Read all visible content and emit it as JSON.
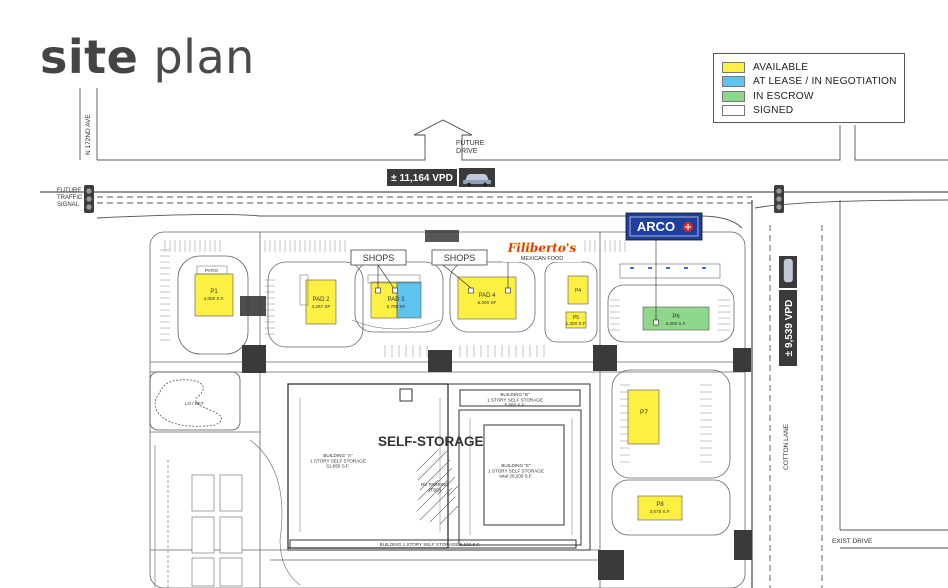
{
  "title": {
    "bold": "site",
    "light": "plan"
  },
  "legend": [
    {
      "label": "AVAILABLE",
      "color": "#fdf042"
    },
    {
      "label": "AT LEASE / IN NEGOTIATION",
      "color": "#5ec4ee"
    },
    {
      "label": "IN ESCROW",
      "color": "#8fd88b"
    },
    {
      "label": "SIGNED",
      "color": "#ffffff"
    }
  ],
  "colors": {
    "available": "#fdf042",
    "lease": "#5ec4ee",
    "escrow": "#8fd88b",
    "signed": "#ffffff",
    "intersection": "#3a3a3a"
  },
  "icons": {
    "north_arrow": "arrow-up-icon",
    "car": "car-icon",
    "traffic": "traffic-signal-icon",
    "arco": "arco-logo-icon"
  },
  "labels": {
    "future_drive": "FUTURE\nDRIVE",
    "street_n172": "N 172ND AVE",
    "future_traffic_signal": "FUTURE\nTRAFFIC\nSIGNAL",
    "vpd_top": "± 11,164 VPD",
    "vpd_right": "± 9,539 VPD",
    "cotton_lane": "COTTON  LANE",
    "exist_drive": "EXIST DRIVE",
    "arco": "ARCO",
    "filibertos": "Filiberto's",
    "filibertos_sub": "MEXICAN FOOD",
    "shops_1": "SHOPS",
    "shops_2": "SHOPS",
    "self_storage": "SELF-STORAGE",
    "lo_ret": "LO / RET",
    "patio": "PATIO",
    "building_a": "BUILDING \"A\"\n1 STORY SELF STORAGE\n61,650 S.F.",
    "building_b": "BUILDING \"B\"\n1 STORY SELF STORAGE\n5,560 S.F.",
    "building_e": "BUILDING \"E\"\n1 STORY SELF STORAGE\ntotal 20,200 S.F.",
    "building_bottom": "BUILDING 1 STORY SELF STORAGE 5,102 S.F.",
    "rv_parking": "RV PARKING\n(TBD)"
  },
  "parcels": {
    "p1": {
      "name": "P1",
      "area": "4,000 S.F."
    },
    "pad2": {
      "name": "PAD 2",
      "area": "4,257 SF"
    },
    "pad3": {
      "name": "PAD 3",
      "area": "5,700 SF"
    },
    "pad4": {
      "name": "PAD 4",
      "area": "6,000 SF"
    },
    "p4": {
      "name": "P4"
    },
    "p5": {
      "name": "P5",
      "area": "1,300 S.F."
    },
    "p6": {
      "name": "P6",
      "area": "5,000 S.F."
    },
    "p7": {
      "name": "P7"
    },
    "p8": {
      "name": "P8",
      "area": "3,078 S.F."
    }
  }
}
